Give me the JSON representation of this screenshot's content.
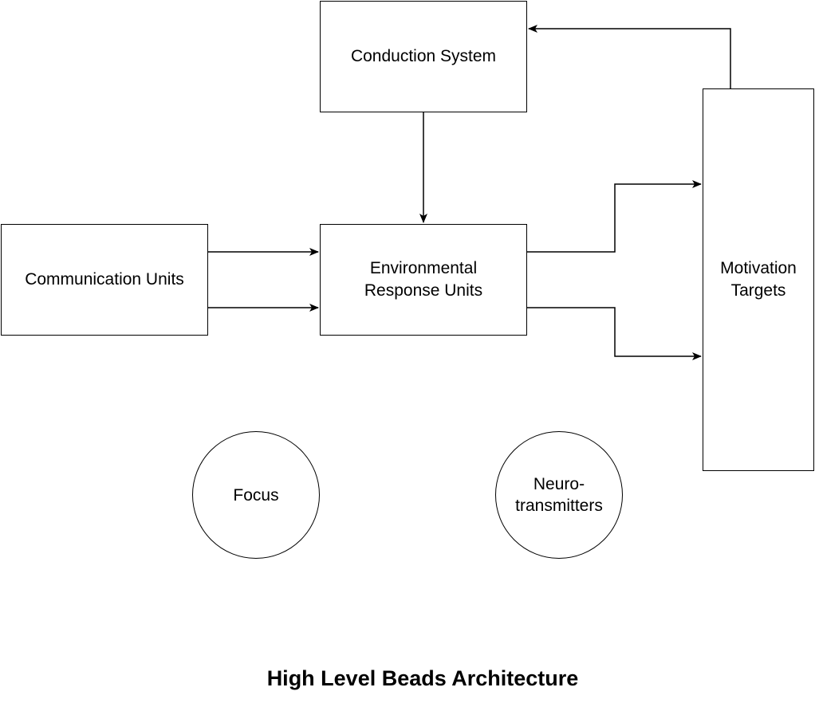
{
  "diagram": {
    "title": "High Level Beads Architecture",
    "nodes": {
      "conduction_system": {
        "lines": [
          "Conduction System"
        ]
      },
      "communication_units": {
        "lines": [
          "Communication Units"
        ]
      },
      "environmental_response_units": {
        "lines": [
          "Environmental",
          "Response Units"
        ]
      },
      "motivation_targets": {
        "lines": [
          "Motivation",
          "Targets"
        ]
      },
      "focus": {
        "lines": [
          "Focus"
        ]
      },
      "neurotransmitters": {
        "lines": [
          "Neuro-",
          "transmitters"
        ]
      }
    },
    "edges": [
      {
        "from": "conduction_system",
        "to": "environmental_response_units"
      },
      {
        "from": "communication_units",
        "to": "environmental_response_units"
      },
      {
        "from": "communication_units",
        "to": "environmental_response_units"
      },
      {
        "from": "environmental_response_units",
        "to": "motivation_targets"
      },
      {
        "from": "environmental_response_units",
        "to": "motivation_targets"
      },
      {
        "from": "motivation_targets",
        "to": "conduction_system"
      }
    ]
  }
}
